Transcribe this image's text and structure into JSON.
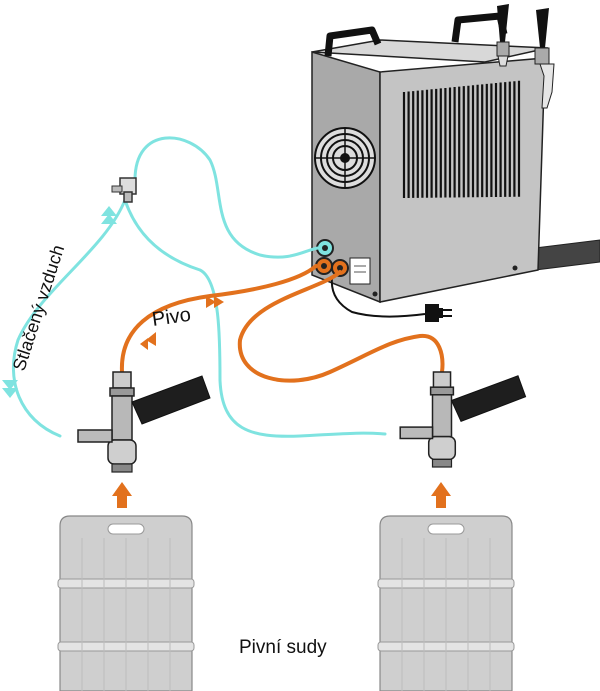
{
  "labels": {
    "air": "Stlačený vzduch",
    "beer": "Pivo",
    "kegs": "Pivní sudy"
  },
  "colors": {
    "air_line": "#7fe3e0",
    "beer_line": "#e2711d",
    "keg": "#cfcfcf",
    "keg_dark": "#9a9a9a",
    "cooler_body": "#bdbdbd",
    "cooler_side": "#a8a8a8",
    "handle": "#1e1e1e",
    "outline": "#222222"
  },
  "icons": {
    "air_arrows": "double-chevron-arrow-icon",
    "beer_arrows": "double-chevron-arrow-icon",
    "keg_flow": "up-arrow-icon",
    "fan": "fan-grille-icon",
    "plug": "power-plug-icon"
  }
}
